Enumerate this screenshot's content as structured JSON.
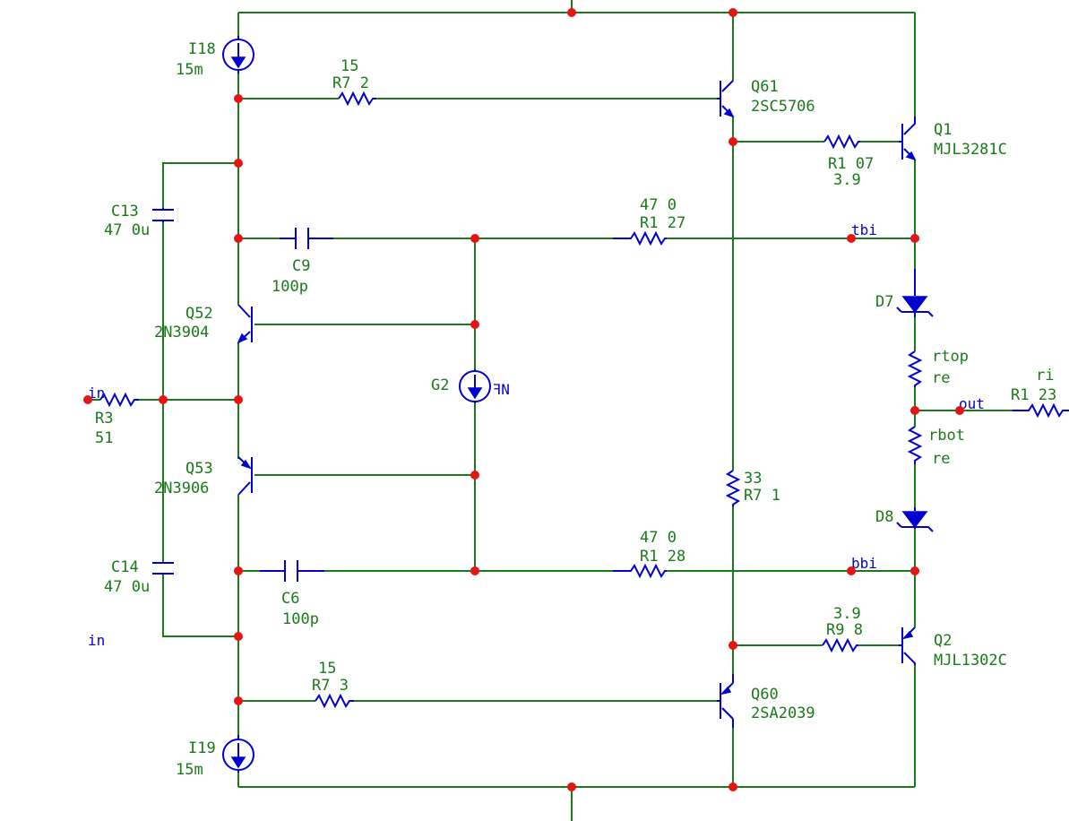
{
  "colors": {
    "wire": "#1a7a1a",
    "component": "#0000d0",
    "node": "#e81414",
    "background": "#ffffff"
  },
  "components": {
    "I18": {
      "ref": "I18",
      "value": "15m"
    },
    "I19": {
      "ref": "I19",
      "value": "15m"
    },
    "R72": {
      "ref": "R7 2",
      "value": "15"
    },
    "R73": {
      "ref": "R7 3",
      "value": "15"
    },
    "Q61": {
      "ref": "Q61",
      "model": "2SC5706"
    },
    "Q60": {
      "ref": "Q60",
      "model": "2SA2039"
    },
    "Q1": {
      "ref": "Q1",
      "model": "MJL3281C"
    },
    "Q2": {
      "ref": "Q2",
      "model": "MJL1302C"
    },
    "R107": {
      "ref": "R1 07",
      "value": "3.9"
    },
    "R98": {
      "ref": "R9 8",
      "value": "3.9"
    },
    "C13": {
      "ref": "C13",
      "value": "47 0u"
    },
    "C14": {
      "ref": "C14",
      "value": "47 0u"
    },
    "C9": {
      "ref": "C9",
      "value": "100p"
    },
    "C6": {
      "ref": "C6",
      "value": "100p"
    },
    "R127": {
      "ref": "R1 27",
      "value": "47 0"
    },
    "R128": {
      "ref": "R1 28",
      "value": "47 0"
    },
    "Q52": {
      "ref": "Q52",
      "model": "2N3904"
    },
    "Q53": {
      "ref": "Q53",
      "model": "2N3906"
    },
    "G2": {
      "ref": "G2",
      "value": "ꟻN"
    },
    "R3": {
      "ref": "R3",
      "value": "51"
    },
    "R71": {
      "ref": "R7 1",
      "value": "33"
    },
    "D7": {
      "ref": "D7"
    },
    "D8": {
      "ref": "D8"
    },
    "rtop": {
      "ref": "rtop",
      "value": "re"
    },
    "rbot": {
      "ref": "rbot",
      "value": "re"
    },
    "R123": {
      "ref": "R1 23",
      "value": "ri"
    }
  },
  "nets": {
    "in": "in",
    "in2": "in",
    "tbi": "tbi",
    "bbi": "bbi",
    "out": "out"
  },
  "icons": [
    "current-source-icon",
    "npn-transistor-icon",
    "pnp-transistor-icon",
    "resistor-icon",
    "capacitor-icon",
    "diode-icon",
    "vccs-icon"
  ]
}
